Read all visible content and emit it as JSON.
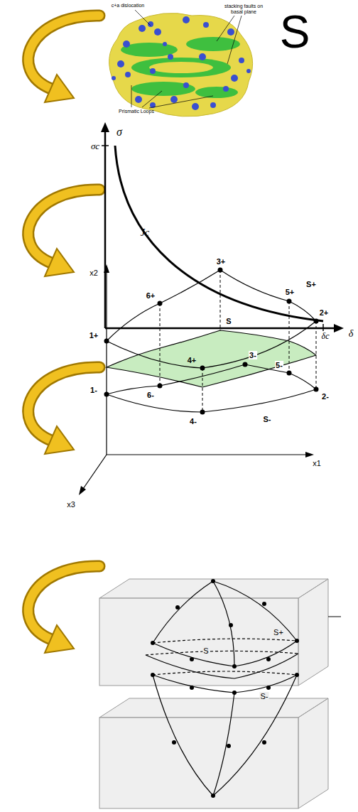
{
  "diagram": {
    "labels": [
      "c+a dislocation",
      "stacking faults on basal plane",
      "Prismatic Loops",
      "S",
      "σ",
      "σc",
      "Jc",
      "δc",
      "δ",
      "x2",
      "3+",
      "S+",
      "5+",
      "6+",
      "2+",
      "S",
      "1+",
      "3-",
      "4+",
      "5-",
      "6-",
      "2-",
      "1-",
      "4-",
      "S-",
      "x3",
      "x1",
      "S+",
      "S",
      "S-"
    ]
  }
}
